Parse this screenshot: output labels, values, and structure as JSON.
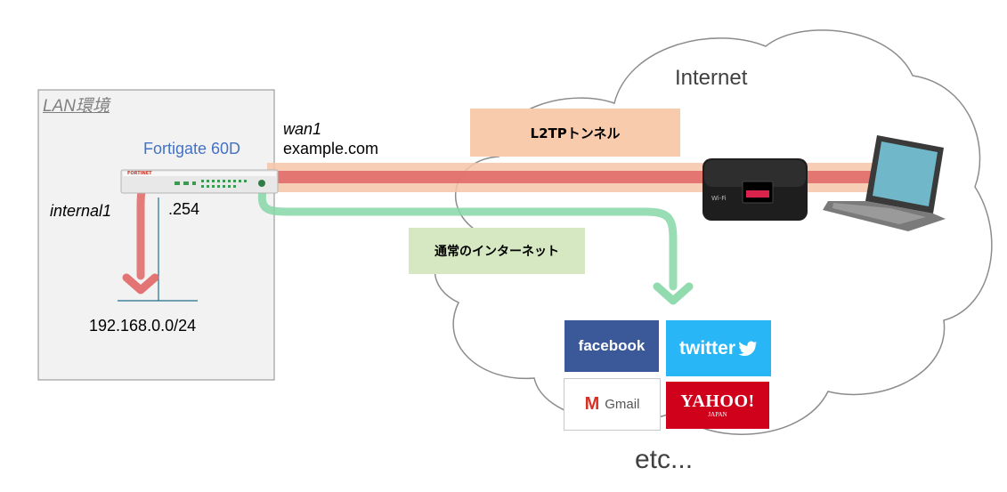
{
  "lan": {
    "label": "LAN環境"
  },
  "fortigate": {
    "name": "Fortigate 60D",
    "brand": "FORTINET"
  },
  "wan": {
    "interface": "wan1",
    "host": "example.com"
  },
  "internal": {
    "interface": "internal1",
    "ip": ".254",
    "subnet": "192.168.0.0/24"
  },
  "cloud": {
    "label": "Internet",
    "footer": "etc..."
  },
  "tunnel": {
    "label": "L2TPトンネル",
    "color": "#f8cbad"
  },
  "normal": {
    "label": "通常のインターネット",
    "color": "#d5e8c1"
  },
  "router": {
    "label": "Wi-Fi"
  },
  "services": {
    "facebook": "facebook",
    "twitter": "twitter",
    "gmail": "Gmail",
    "yahoo": "YAHOO!",
    "yahoo_sub": "JAPAN"
  },
  "colors": {
    "tunnel_red": "#e06666",
    "tunnel_orange": "#f6c5a8",
    "normal_green": "#86d7a6",
    "device_blue": "#4472c4"
  },
  "icons": [
    "fortigate-device-icon",
    "mobile-router-icon",
    "laptop-icon",
    "cloud-icon"
  ]
}
